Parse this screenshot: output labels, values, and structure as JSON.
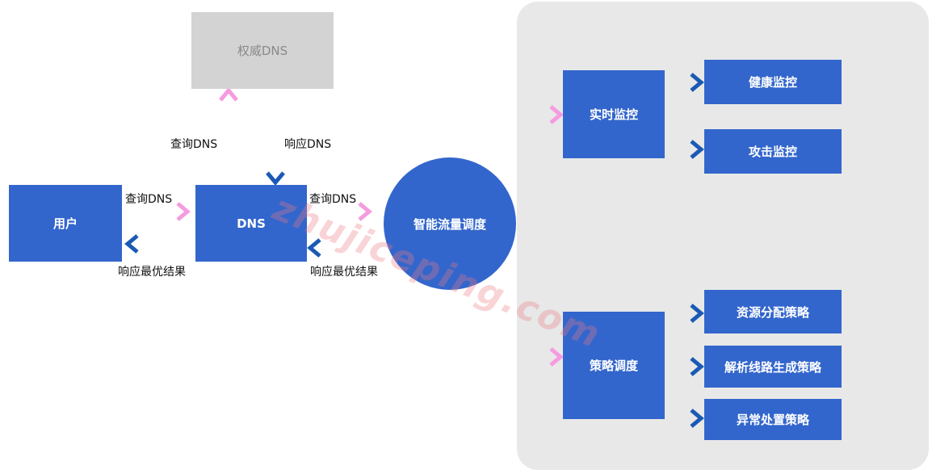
{
  "nodes": {
    "authoritative_dns": "权威DNS",
    "user": "用户",
    "dns": "DNS",
    "smart_scheduler": "智能流量调度",
    "realtime_monitor": "实时监控",
    "health_monitor": "健康监控",
    "attack_monitor": "攻击监控",
    "strategy_scheduler": "策略调度",
    "resource_allocation": "资源分配策略",
    "route_generation": "解析线路生成策略",
    "exception_handling": "异常处置策略"
  },
  "edges": {
    "user_to_dns": "查询DNS",
    "dns_to_user": "响应最优结果",
    "dns_to_auth": "查询DNS",
    "auth_to_dns": "响应DNS",
    "dns_to_scheduler": "查询DNS",
    "scheduler_to_dns": "响应最优结果"
  },
  "watermark": "zhujiceping.com",
  "colors": {
    "box_blue": "#3366cc",
    "box_gray": "#d3d3d3",
    "panel_bg": "#e8e8e8"
  }
}
